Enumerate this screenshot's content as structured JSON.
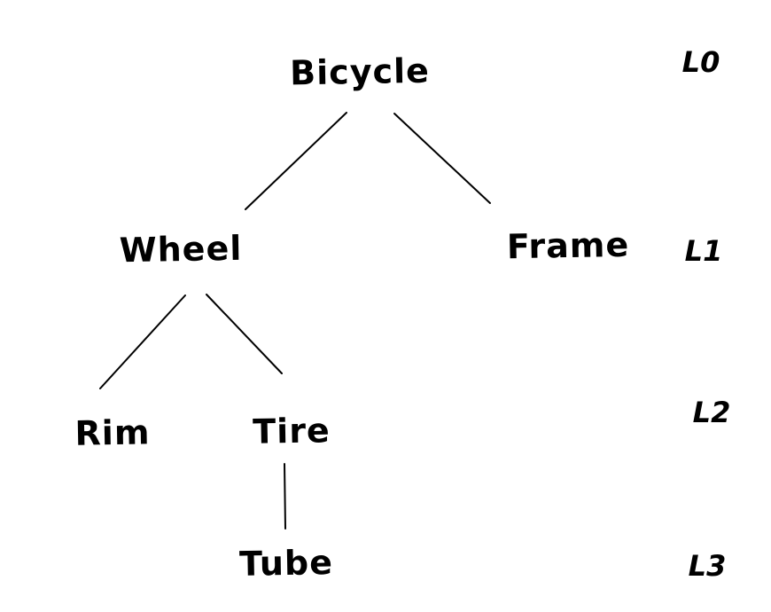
{
  "diagram": {
    "type": "tree",
    "colors": {
      "ink": "#000000",
      "background": "#ffffff"
    },
    "nodes": [
      {
        "id": "bicycle",
        "label": "Bicycle",
        "level": "L0"
      },
      {
        "id": "wheel",
        "label": "Wheel",
        "level": "L1"
      },
      {
        "id": "frame",
        "label": "Frame",
        "level": "L1"
      },
      {
        "id": "rim",
        "label": "Rim",
        "level": "L2"
      },
      {
        "id": "tire",
        "label": "Tire",
        "level": "L2"
      },
      {
        "id": "tube",
        "label": "Tube",
        "level": "L3"
      }
    ],
    "edges": [
      {
        "from": "Bicycle",
        "to": "Wheel"
      },
      {
        "from": "Bicycle",
        "to": "Frame"
      },
      {
        "from": "Wheel",
        "to": "Rim"
      },
      {
        "from": "Wheel",
        "to": "Tire"
      },
      {
        "from": "Tire",
        "to": "Tube"
      }
    ],
    "level_labels": [
      {
        "id": "l0",
        "label": "L0"
      },
      {
        "id": "l1",
        "label": "L1"
      },
      {
        "id": "l2",
        "label": "L2"
      },
      {
        "id": "l3",
        "label": "L3"
      }
    ]
  }
}
